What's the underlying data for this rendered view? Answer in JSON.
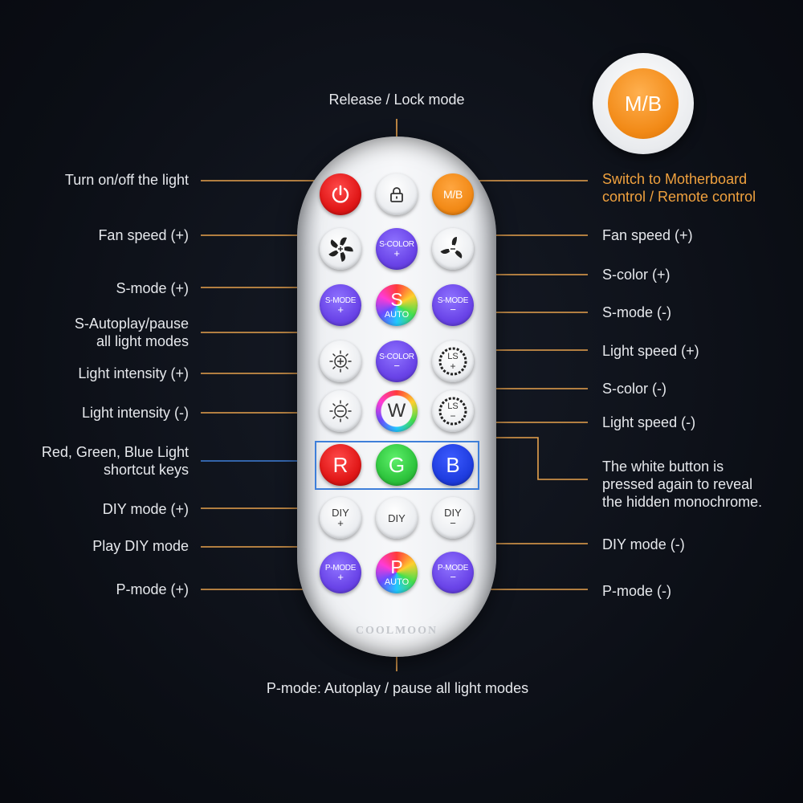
{
  "badge": {
    "text": "M/B"
  },
  "remote": {
    "brand": "COOLMOON",
    "buttons": {
      "mb": "M/B",
      "s_color_plus": [
        "S-COLOR",
        "+"
      ],
      "s_mode_plus": [
        "S-MODE",
        "+"
      ],
      "s_auto": [
        "S",
        "AUTO"
      ],
      "s_mode_minus": [
        "S-MODE",
        "−"
      ],
      "s_color_minus": [
        "S-COLOR",
        "−"
      ],
      "ls_plus": [
        "LS",
        "+"
      ],
      "w": "W",
      "ls_minus": [
        "LS",
        "−"
      ],
      "r": "R",
      "g": "G",
      "b": "B",
      "diy_plus": [
        "DIY",
        "+"
      ],
      "diy": "DIY",
      "diy_minus": [
        "DIY",
        "−"
      ],
      "p_mode_plus": [
        "P-MODE",
        "+"
      ],
      "p_auto": [
        "P",
        "AUTO"
      ],
      "p_mode_minus": [
        "P-MODE",
        "−"
      ]
    }
  },
  "labels": {
    "release_lock": "Release / Lock mode",
    "power": "Turn on/off the light",
    "switch_mb": [
      "Switch to Motherboard",
      "control / Remote control"
    ],
    "fan_plus_left": "Fan speed (+)",
    "fan_plus_right": "Fan speed (+)",
    "s_color_plus": "S-color (+)",
    "s_mode_plus": "S-mode (+)",
    "s_mode_minus": "S-mode (-)",
    "s_autoplay": [
      "S-Autoplay/pause",
      "all light modes"
    ],
    "light_int_plus": "Light intensity (+)",
    "light_speed_plus": "Light speed (+)",
    "s_color_minus": "S-color (-)",
    "light_int_minus": "Light intensity (-)",
    "light_speed_minus": "Light speed (-)",
    "rgb": [
      "Red, Green, Blue Light",
      "shortcut keys"
    ],
    "white_button": [
      "The white button is",
      "pressed again to reveal",
      "the hidden monochrome."
    ],
    "diy_plus": "DIY mode (+)",
    "play_diy": "Play DIY mode",
    "diy_minus": "DIY mode (-)",
    "p_mode_plus": "P-mode (+)",
    "p_mode_minus": "P-mode (-)",
    "p_autoplay": "P-mode: Autoplay / pause all light modes"
  },
  "colors": {
    "line": "#e7a24d",
    "rgb_line": "#3f7fd9",
    "label": "#e6e8ec",
    "highlight": "#f0a13e"
  }
}
